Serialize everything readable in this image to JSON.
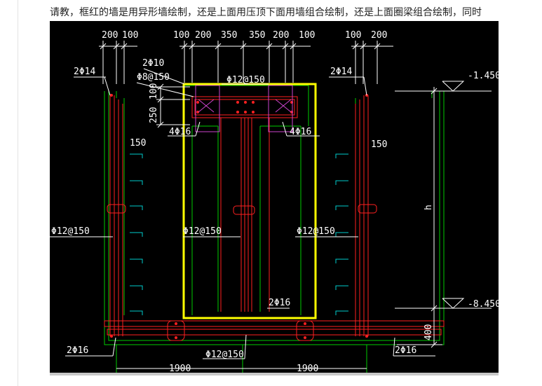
{
  "post": {
    "question_text": "请教，框红的墙是用异形墙绘制，还是上面用压顶下面用墙组合绘制，还是上面圈梁组合绘制，同时"
  },
  "drawing": {
    "colors": {
      "background": "#000000",
      "wall_outline": "#00cc00",
      "rebar": "#ff2020",
      "highlight_box": "#ffff00",
      "stirrup_zone": "#cc44cc",
      "tick_marks": "#00cccc",
      "dimension_lines": "#ffffff"
    },
    "dims": {
      "top_left_a": "200",
      "top_left_b": "100",
      "top_mid_a": "100",
      "top_mid_b": "200",
      "top_mid_c": "350",
      "top_mid_d": "350",
      "top_mid_e": "200",
      "top_mid_f": "100",
      "top_right_a": "100",
      "top_right_b": "200",
      "left_150": "150",
      "right_150": "150",
      "v_100": "100",
      "v_250": "250",
      "v_400": "400",
      "h_label": "h",
      "bottom_left_1900": "1900",
      "bottom_right_1900": "1900"
    },
    "labels": {
      "rebar_2phi14_left": "2Φ14",
      "rebar_2phi14_right": "2Φ14",
      "rebar_2phi10": "2Φ10",
      "rebar_phi8": "Φ8@150",
      "rebar_phi12_top": "Φ12@150",
      "rebar_4phi16_left": "4Φ16",
      "rebar_4phi16_right": "4Φ16",
      "rebar_phi12_left": "Φ12@150",
      "rebar_phi12_mid": "Φ12@150",
      "rebar_phi12_right": "Φ12@150",
      "rebar_2phi16_mid": "2Φ16",
      "rebar_2phi16_left": "2Φ16",
      "rebar_2phi16_right": "2Φ16",
      "rebar_phi12_bottom": "Φ12@150"
    },
    "elevations": {
      "top": "-1.450",
      "bottom": "-8.450"
    }
  }
}
